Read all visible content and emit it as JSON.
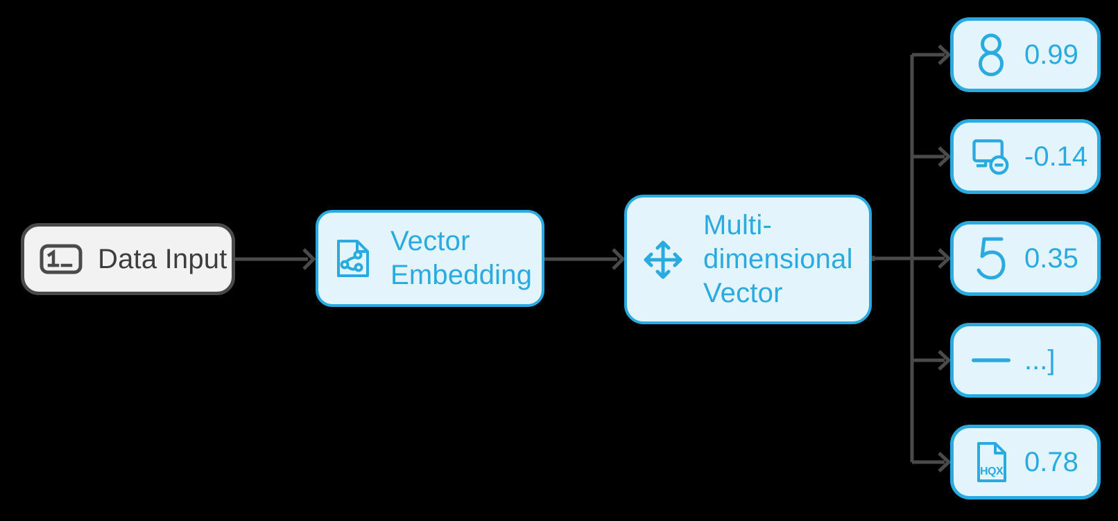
{
  "diagram": {
    "title": "vector embedding pipeline diagram",
    "colors": {
      "background": "#000000",
      "accent": "#29ABE2",
      "accent_fill": "#E3F4FC",
      "neutral_border": "#4A4A4A",
      "neutral_fill": "#F2F2F2",
      "dark_text": "#3D3D3D",
      "connector": "#4A4A4A"
    },
    "nodes": {
      "data_input": {
        "label": "Data Input",
        "icon": "input-field-icon",
        "icon_text": "1_"
      },
      "vector_embedding": {
        "label": "Vector Embedding",
        "lines": [
          "Vector",
          "Embedding"
        ],
        "icon": "vector-file-icon"
      },
      "multi_vector": {
        "label": "Multi-dimensional Vector",
        "lines": [
          "Multi-",
          "dimensional",
          "Vector"
        ],
        "icon": "move-arrows-icon"
      }
    },
    "outputs": [
      {
        "icon": "digit-8-icon",
        "value": "0.99"
      },
      {
        "icon": "monitor-minus-icon",
        "value": "-0.14"
      },
      {
        "icon": "digit-5-icon",
        "value": "0.35"
      },
      {
        "icon": "dash-icon",
        "value": "...]"
      },
      {
        "icon": "file-hqx-icon",
        "icon_text": "HQX",
        "value": "0.78"
      }
    ]
  }
}
